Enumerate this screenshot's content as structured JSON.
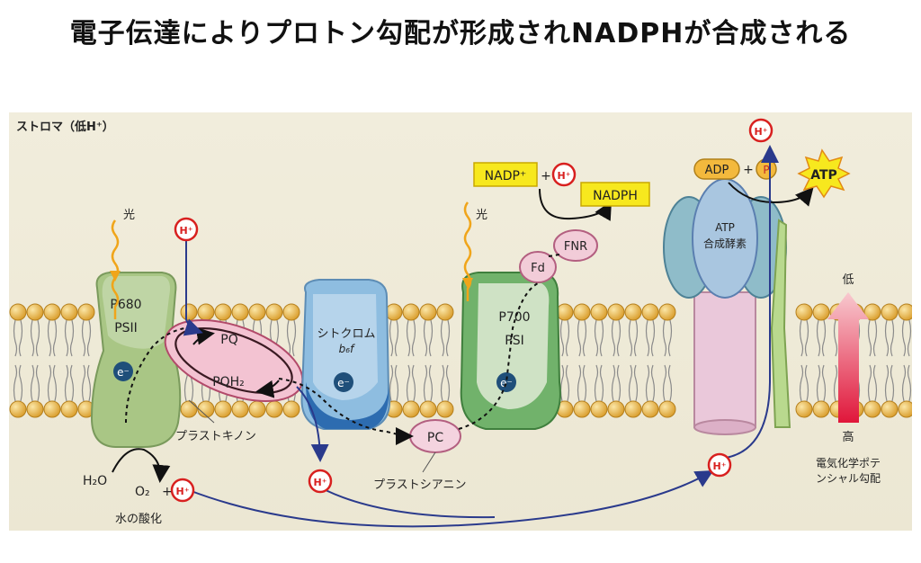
{
  "slide_title": "電子伝達によりプロトン勾配が形成されNADPHが合成される",
  "labels": {
    "stroma": "ストロマ（低H⁺）",
    "light": "光",
    "proton": "H⁺",
    "p680": "P680",
    "psii": "PSII",
    "electron": "e⁻",
    "pq": "PQ",
    "pqh2": "PQH₂",
    "plastoquinone": "プラストキノン",
    "cytochrome": "シトクロム",
    "cytochrome_sub": "b₆f",
    "pc": "PC",
    "plastocyanin": "プラストシアニン",
    "p700": "P700",
    "psi": "PSI",
    "fd": "Fd",
    "fnr": "FNR",
    "nadp": "NADP⁺",
    "plus": "+",
    "nadph": "NADPH",
    "atp_synthase_1": "ATP",
    "atp_synthase_2": "合成酵素",
    "adp": "ADP",
    "pi": "P",
    "atp": "ATP",
    "low": "低",
    "high": "高",
    "gradient_1": "電気化学ポテ",
    "gradient_2": "ンシャル勾配",
    "h2o": "H₂O",
    "o2": "O₂",
    "water_oxidation": "水の酸化"
  },
  "colors": {
    "lipid_head": "#e8b64a",
    "psii": "#9bbf78",
    "psi": "#6fb06a",
    "cytochrome": "#8ab9dd",
    "pq_cycle": "#f2c7d3",
    "atp_synthase": "#a9c6e0",
    "atp_stalk": "#e8c6d8",
    "label_box": "#f7e81e",
    "proton_red": "#d8201f",
    "arrow_blue": "#2a3a8c",
    "gradient_red": "#e0163a"
  }
}
